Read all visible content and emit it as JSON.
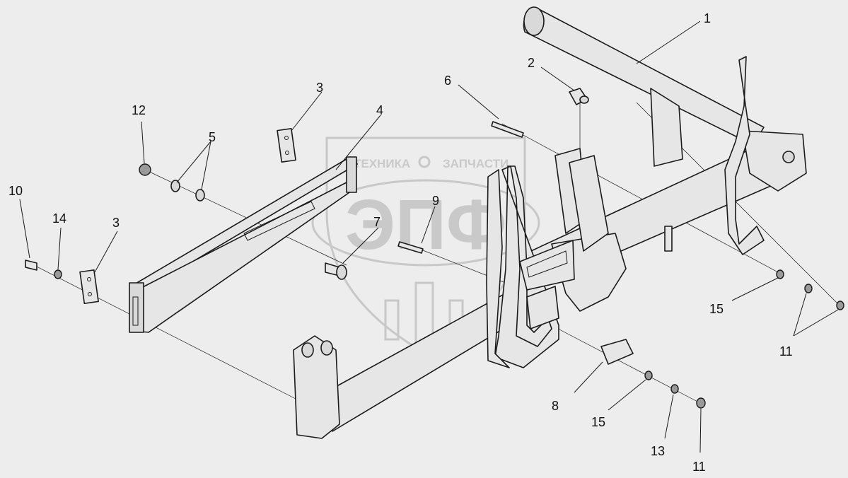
{
  "watermark": {
    "top_text": "ТЕХНИКА",
    "top_text_2": "ЗАПЧАСТИ",
    "gear_icon": "gear-icon",
    "logo_text": "ЭПФ"
  },
  "callouts": [
    {
      "id": "callout-1",
      "label": "1"
    },
    {
      "id": "callout-2",
      "label": "2"
    },
    {
      "id": "callout-3a",
      "label": "3"
    },
    {
      "id": "callout-4",
      "label": "4"
    },
    {
      "id": "callout-5",
      "label": "5"
    },
    {
      "id": "callout-6",
      "label": "6"
    },
    {
      "id": "callout-7",
      "label": "7"
    },
    {
      "id": "callout-8",
      "label": "8"
    },
    {
      "id": "callout-9",
      "label": "9"
    },
    {
      "id": "callout-10",
      "label": "10"
    },
    {
      "id": "callout-11a",
      "label": "11"
    },
    {
      "id": "callout-11b",
      "label": "11"
    },
    {
      "id": "callout-12",
      "label": "12"
    },
    {
      "id": "callout-13",
      "label": "13"
    },
    {
      "id": "callout-14",
      "label": "14"
    },
    {
      "id": "callout-3b",
      "label": "3"
    },
    {
      "id": "callout-15a",
      "label": "15"
    },
    {
      "id": "callout-15b",
      "label": "15"
    }
  ]
}
